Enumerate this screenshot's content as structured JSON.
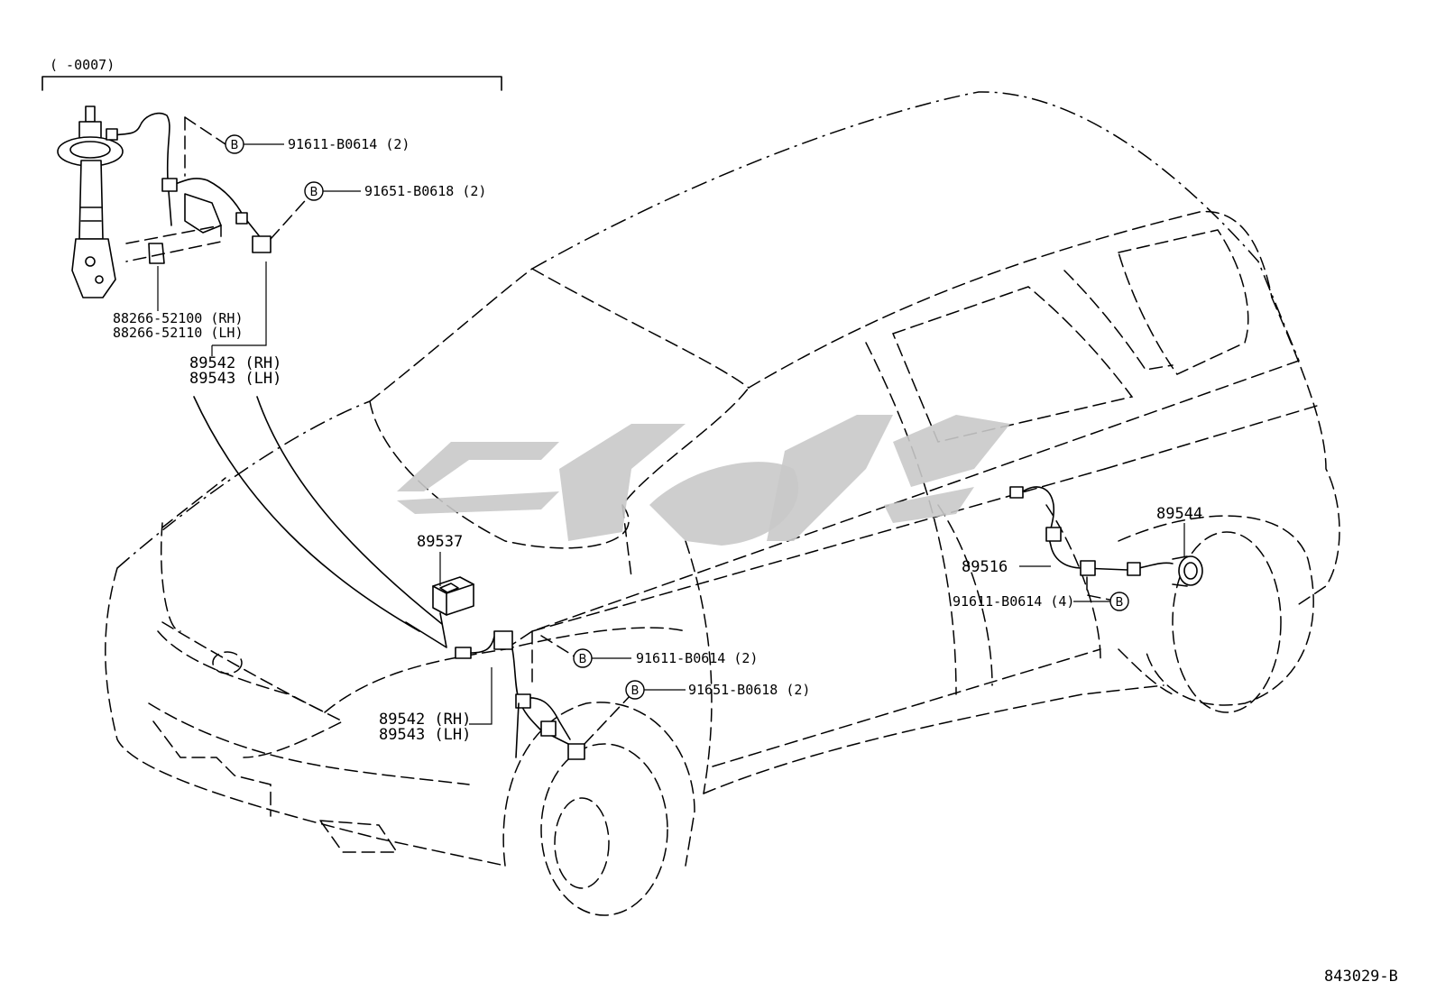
{
  "header": {
    "range_label": "(     -0007)"
  },
  "labels": {
    "bolt_a": "91611-B0614 (2)",
    "bolt_b": "91651-B0618 (2)",
    "sensor_rh_1": "88266-52100 (RH)",
    "sensor_lh_1": "88266-52110 (LH)",
    "wire_rh": "89542 (RH)",
    "wire_lh": "89543 (LH)",
    "ecu": "89537",
    "rear_wire": "89516",
    "rear_bolt": "91611-B0614 (4)",
    "rear_rotor": "89544",
    "front_bolt_a": "91611-B0614 (2)",
    "front_bolt_b": "91651-B0618 (2)",
    "front_wire_rh": "89542 (RH)",
    "front_wire_lh": "89543 (LH)",
    "bolt_mark": "B",
    "drawing_no": "843029-B"
  }
}
